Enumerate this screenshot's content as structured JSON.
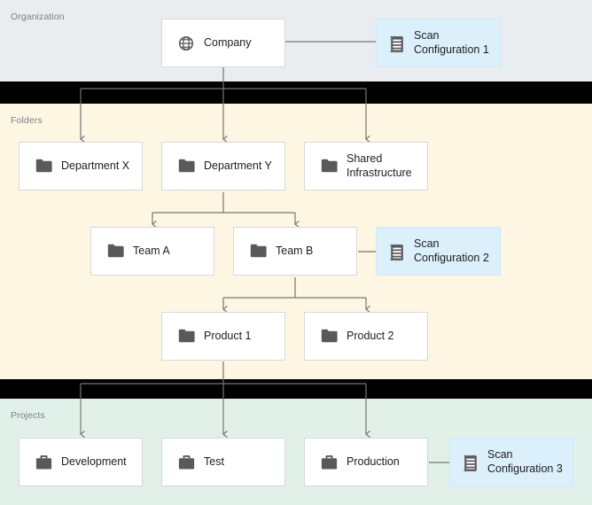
{
  "diagram": {
    "title": "Organization folder and project hierarchy with scan configurations",
    "colors": {
      "organization_band": "#e9edf0",
      "folders_band": "#fdf6e3",
      "projects_band": "#e2f0ea",
      "gap_band": "#000000",
      "node_fill": "#ffffff",
      "node_border": "#d8d8d8",
      "scan_fill": "#dcf0fb",
      "scan_border": "#cfe7f6",
      "connector": "#767676",
      "label_text": "#7a7f85",
      "node_text": "#1d1d1f",
      "icon": "#595959"
    }
  },
  "sections": [
    {
      "id": "organization",
      "label": "Organization"
    },
    {
      "id": "folders",
      "label": "Folders"
    },
    {
      "id": "projects",
      "label": "Projects"
    }
  ],
  "nodes": {
    "company": {
      "label": "Company",
      "icon": "globe-icon",
      "type": "organization"
    },
    "scan_config_1": {
      "label": "Scan\nConfiguration 1",
      "icon": "receipt-icon",
      "type": "scan-configuration"
    },
    "department_x": {
      "label": "Department X",
      "icon": "folder-icon",
      "type": "folder"
    },
    "department_y": {
      "label": "Department Y",
      "icon": "folder-icon",
      "type": "folder"
    },
    "shared_infra": {
      "label": "Shared\nInfrastructure",
      "icon": "folder-icon",
      "type": "folder"
    },
    "team_a": {
      "label": "Team A",
      "icon": "folder-icon",
      "type": "folder"
    },
    "team_b": {
      "label": "Team B",
      "icon": "folder-icon",
      "type": "folder"
    },
    "scan_config_2": {
      "label": "Scan\nConfiguration 2",
      "icon": "receipt-icon",
      "type": "scan-configuration"
    },
    "product_1": {
      "label": "Product 1",
      "icon": "folder-icon",
      "type": "folder"
    },
    "product_2": {
      "label": "Product 2",
      "icon": "folder-icon",
      "type": "folder"
    },
    "development": {
      "label": "Development",
      "icon": "briefcase-icon",
      "type": "project"
    },
    "test": {
      "label": "Test",
      "icon": "briefcase-icon",
      "type": "project"
    },
    "production": {
      "label": "Production",
      "icon": "briefcase-icon",
      "type": "project"
    },
    "scan_config_3": {
      "label": "Scan\nConfiguration 3",
      "icon": "receipt-icon",
      "type": "scan-configuration"
    }
  },
  "edges": [
    {
      "from": "company",
      "to": "scan_config_1",
      "style": "plain"
    },
    {
      "from": "company",
      "to": "department_x",
      "style": "arrow"
    },
    {
      "from": "company",
      "to": "department_y",
      "style": "arrow"
    },
    {
      "from": "company",
      "to": "shared_infra",
      "style": "arrow"
    },
    {
      "from": "department_y",
      "to": "team_a",
      "style": "arrow"
    },
    {
      "from": "department_y",
      "to": "team_b",
      "style": "arrow"
    },
    {
      "from": "team_b",
      "to": "scan_config_2",
      "style": "plain"
    },
    {
      "from": "team_b",
      "to": "product_1",
      "style": "arrow"
    },
    {
      "from": "team_b",
      "to": "product_2",
      "style": "arrow"
    },
    {
      "from": "product_1",
      "to": "development",
      "style": "arrow"
    },
    {
      "from": "product_1",
      "to": "test",
      "style": "arrow"
    },
    {
      "from": "product_1",
      "to": "production",
      "style": "arrow"
    },
    {
      "from": "production",
      "to": "scan_config_3",
      "style": "plain"
    }
  ]
}
